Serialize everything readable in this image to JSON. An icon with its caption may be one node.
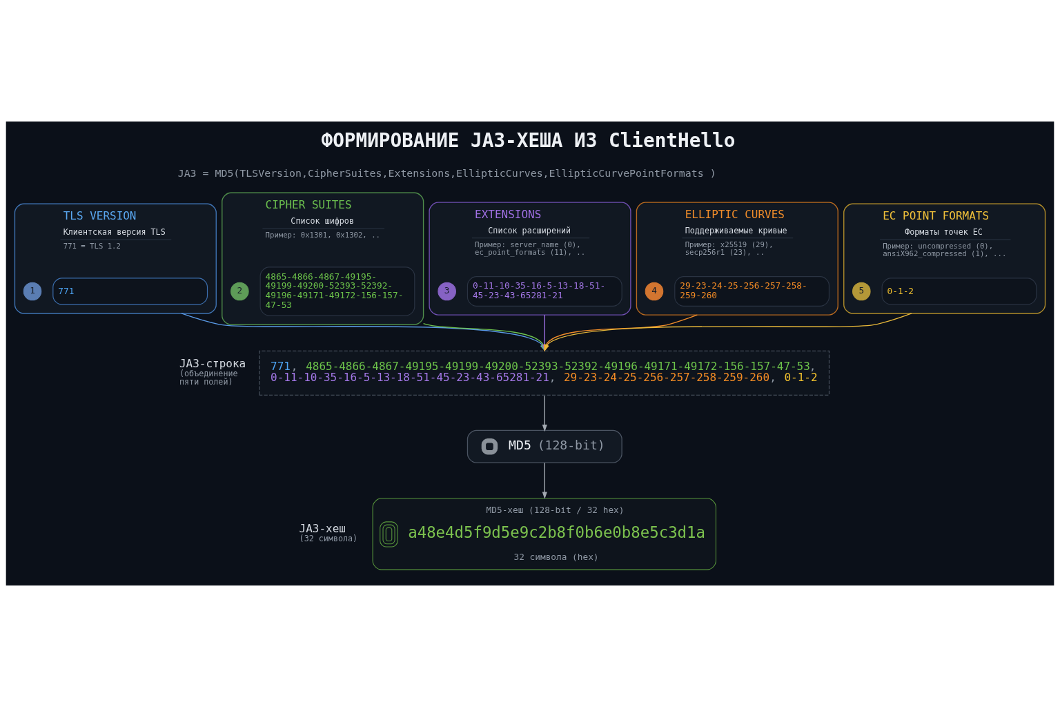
{
  "diagram": {
    "title": "ФОРМИРОВАНИЕ JA3-ХЕША ИЗ ClientHello",
    "nodes": [
      {
        "text": [
          "TLS VERSION",
          "Клиентская версия TLS",
          "771 = TLS 1.2"
        ]
      },
      {
        "text": [
          "1"
        ],
        "in": 0
      },
      {
        "text": [
          "771"
        ],
        "in": 0
      },
      {
        "text": [
          "CIPHER SUITES",
          "Список шифров",
          "Пример: 0x1301, 0x1302, .."
        ]
      },
      {
        "text": [
          "2"
        ],
        "in": 3
      },
      {
        "text": [
          "4865-4866-4867-49195-49199-49200-52393-52392-49196-49171-49172-156-157-47-53"
        ],
        "in": 3
      },
      {
        "text": [
          "EXTENSIONS",
          "Список расширений",
          "Пример: server_name (0), ec_point_formats (11), .."
        ]
      },
      {
        "text": [
          "3"
        ],
        "in": 6
      },
      {
        "text": [
          "0-11-10-35-16-5-13-18-51-45-23-43-65281-21"
        ],
        "in": 6
      },
      {
        "text": [
          "ELLIPTIC CURVES",
          "Поддерживаемые кривые",
          "Пример: x25519 (29), secp256r1 (23), .."
        ]
      },
      {
        "text": [
          "4"
        ],
        "in": 9
      },
      {
        "text": [
          "29-23-24-25-256-257-258-259-260"
        ],
        "in": 9
      },
      {
        "text": [
          "EC POINT FORMATS",
          "Форматы точек EC",
          "Пример: uncompressed (0), ansiX962_compressed (1), ..."
        ]
      },
      {
        "text": [
          "5"
        ],
        "in": 12
      },
      {
        "text": [
          "0-1-2"
        ],
        "in": 12
      },
      {
        "text": [
          "JA3-строка",
          "(объединение пяти полей)",
          "771, 4865-4866-4867-49195-49199-49200-52393-52392-49196-49171-49172-156-157-47-53, 0-11-10-35-16-5-13-18-51-45-23-43-65281-21, 29-23-24-25-256-257-258-259-260, 0-1-2"
        ]
      },
      {
        "text": [
          "MD5 (128-bit)"
        ]
      },
      {
        "text": [
          "JA3-хеш",
          "(32 символа)",
          "MD5-хеш (128-bit / 32 hex)",
          "a48e4d5f9d5e9c2b8f0b6e0b8e5c3d1a",
          "32 символа (hex)"
        ]
      }
    ],
    "edges": [
      {
        "from": 0,
        "to": 15,
        "arrow": "to",
        "color": "#5a9ae6"
      },
      {
        "from": 3,
        "to": 15,
        "arrow": "to",
        "color": "#6cc04f"
      },
      {
        "from": 6,
        "to": 15,
        "arrow": "to",
        "color": "#9a6ee0"
      },
      {
        "from": 9,
        "to": 15,
        "arrow": "to",
        "color": "#f08c2a"
      },
      {
        "from": 12,
        "to": 15,
        "arrow": "to",
        "color": "#e8b83a"
      },
      {
        "from": 15,
        "to": 16,
        "arrow": "to"
      },
      {
        "from": 16,
        "to": 17,
        "arrow": "to"
      }
    ],
    "labels": [
      "JA3 = MD5(TLSVersion,CipherSuites,Extensions,EllipticCurves,EllipticCurvePointFormats )"
    ]
  }
}
